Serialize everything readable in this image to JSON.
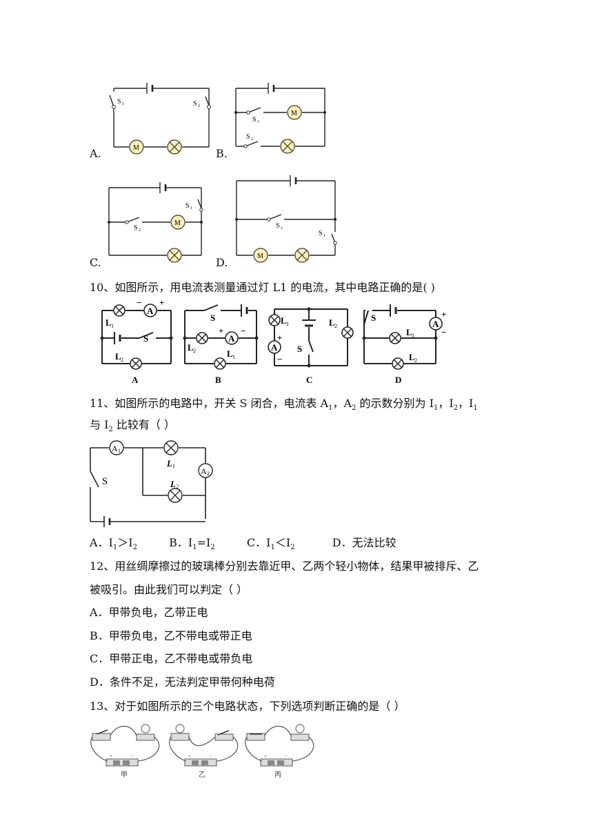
{
  "q9": {
    "labels": {
      "a": "A.",
      "b": "B.",
      "c": "C.",
      "d": "D."
    },
    "s1": "S",
    "s2": "S",
    "sub1": "1",
    "sub2": "2",
    "motor": "M"
  },
  "q10": {
    "text": "10、如图所示，用电流表测量通过灯 L1 的电流，其中电路正确的是(        )",
    "fig_letters": [
      "A",
      "B",
      "C",
      "D"
    ],
    "lamp1": "L",
    "lamp2": "L",
    "sub1": "1",
    "sub2": "2",
    "switch": "S",
    "ammeter": "A",
    "plus": "+",
    "minus": "−"
  },
  "q11": {
    "line1_pre": "11、如图所示的电路中，开关 S 闭合，电流表 A",
    "sub1": "1",
    "mid1": "，A",
    "sub2": "2",
    "mid2": " 的示数分别为 I",
    "sub3": "1",
    "mid3": "，I",
    "sub4": "2",
    "mid4": "，I",
    "sub5": "1",
    "line2_pre": "与 I",
    "sub6": "2",
    "line2_post": " 比较有（        ）",
    "options": {
      "a_pre": "A．I",
      "a_s1": "1",
      "a_mid": "＞I",
      "a_s2": "2",
      "b_pre": "B．I",
      "b_s1": "1",
      "b_mid": "=I",
      "b_s2": "2",
      "c_pre": "C．I",
      "c_s1": "1",
      "c_mid": "＜I",
      "c_s2": "2",
      "d": "D．无法比较"
    },
    "fig": {
      "a1": "A",
      "a1_sub": "1",
      "a2": "A",
      "a2_sub": "2",
      "l1": "L",
      "l1_sub": "1",
      "l2": "L",
      "l2_sub": "2",
      "s": "S"
    }
  },
  "q12": {
    "line1": "12、用丝绸摩擦过的玻璃棒分别去靠近甲、乙两个轻小物体，结果甲被排斥、乙",
    "line2": "被吸引。由此我们可以判定（        ）",
    "options": [
      "A．甲带负电，乙带正电",
      "B．甲带负电，乙不带电或带正电",
      "C．甲带正电，乙不带电或带负电",
      "D．条件不足，无法判定甲带何种电荷"
    ]
  },
  "q13": {
    "text": "13、对于如图所示的三个电路状态，下列选项判断正确的是（        ）",
    "fig_labels": [
      "甲",
      "乙",
      "丙"
    ]
  }
}
